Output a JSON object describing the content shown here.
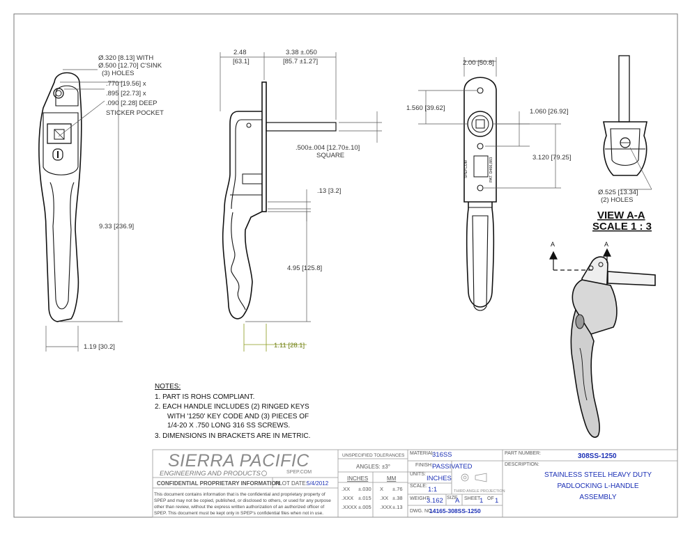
{
  "dimensions": {
    "hole_dia": "Ø.320 [8.13]  WITH",
    "csink": "Ø.500 [12.70] C'SINK",
    "holes3": "(3) HOLES",
    "pocket1": ".770 [19.56] x",
    "pocket2": ".895 [22.73] x",
    "pocket3": ".090 [2.28] DEEP",
    "pocket4": "STICKER POCKET",
    "height_total": "9.33 [236.9]",
    "width_front": "1.19 [30.2]",
    "d248": "2.48",
    "d248m": "[63.1]",
    "d338": "3.38 ±.050",
    "d338m": "[85.7 ±1.27]",
    "square1": ".500±.004 [12.70±.10]",
    "square2": "SQUARE",
    "d13": ".13 [3.2]",
    "d495": "4.95 [125.8]",
    "d111": "1.11 [28.1]",
    "d200": "2.00 [50.8]",
    "d1560": "1.560 [39.62]",
    "d1060": "1.060 [26.92]",
    "d3120": "3.120 [79.25]",
    "hole525": "Ø.525 [13.34]",
    "holes2": "(2) HOLES",
    "pat": "PAT. D466,883",
    "spep": "SPEP.COM"
  },
  "view": {
    "title": "VIEW A-A",
    "scale": "SCALE 1 : 3",
    "section_a": "A"
  },
  "notes": {
    "heading": "NOTES:",
    "n1": "1.   PART IS ROHS COMPLIANT.",
    "n2a": "2.   EACH HANDLE INCLUDES (2) RINGED KEYS",
    "n2b": "WITH '1250' KEY CODE AND (3) PIECES OF",
    "n2c": "1/4-20 X .750 LONG 316 SS SCREWS.",
    "n3": "3.   DIMENSIONS IN BRACKETS ARE IN METRIC."
  },
  "title_block": {
    "company": "SIERRA PACIFIC",
    "company_sub": "ENGINEERING AND PRODUCTS",
    "website": "SPEP.COM",
    "confidential": "CONFIDENTIAL PROPRIETARY INFORMATION",
    "plot_label": "PLOT DATE:",
    "plot_date": "5/4/2012",
    "disclaimer1": "This document contains information that is the confidential and proprietary property of",
    "disclaimer2": "SPEP and may not be copied, published, or disclosed to others, or used for any purpose",
    "disclaimer3": "other than review, without the express written authorization of an authorized officer of",
    "disclaimer4": "SPEP. This document must be kept only in SPEP's confidential files when not in use.",
    "tol_header": "UNSPECIFIED TOLERANCES",
    "angles": "ANGLES:  ±3°",
    "inches": "INCHES",
    "mm": "MM",
    "tol_rows": [
      {
        "a": ".XX",
        "b": "±.030",
        "c": "X",
        "d": "±.76"
      },
      {
        "a": ".XXX",
        "b": "±.015",
        "c": ".XX",
        "d": "±.38"
      },
      {
        "a": ".XXXX",
        "b": "±.005",
        "c": ".XXX",
        "d": "±.13"
      }
    ],
    "material_label": "MATERIAL:",
    "material": "316SS",
    "finish_label": "FINISH:",
    "finish": "PASSIVATED",
    "units_label": "UNITS:",
    "units": "INCHES",
    "scale_label": "SCALE:",
    "scale": "1:1",
    "projection": "THIRD ANGLE PROJECTION",
    "weight_label": "WEIGHT:",
    "weight": "3.162",
    "size_label": "SIZE",
    "size": "A",
    "sheet_label": "SHEET",
    "sheet": "1",
    "of_label": "OF",
    "of": "1",
    "dwg_label": "DWG. NO.",
    "dwg": "14165-308SS-1250",
    "part_label": "PART NUMBER:",
    "part": "308SS-1250",
    "desc_label": "DESCRIPTION:",
    "desc1": "STAINLESS STEEL HEAVY DUTY",
    "desc2": "PADLOCKING L-HANDLE",
    "desc3": "ASSEMBLY"
  }
}
